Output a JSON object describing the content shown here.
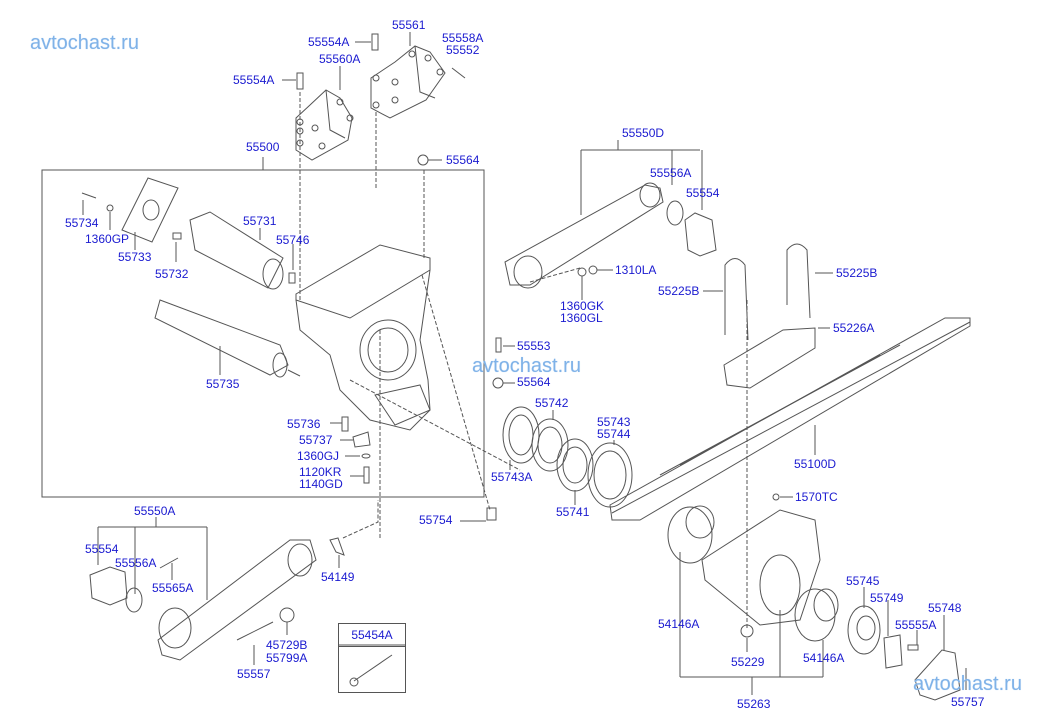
{
  "watermarks": [
    "avtochast.ru",
    "avtochast.ru",
    "avtochast.ru"
  ],
  "labels": {
    "top_55554A_1": "55554A",
    "top_55561": "55561",
    "top_55558A": "55558A",
    "top_55552": "55552",
    "top_55560A": "55560A",
    "top_55554A_2": "55554A",
    "asm_55500": "55500",
    "p_55564_top": "55564",
    "p_55734": "55734",
    "p_1360GP": "1360GP",
    "p_55733": "55733",
    "p_55731": "55731",
    "p_55746": "55746",
    "p_55732": "55732",
    "p_55735": "55735",
    "p_55553": "55553",
    "p_55564_mid": "55564",
    "p_55736": "55736",
    "p_55737": "55737",
    "p_1360GJ": "1360GJ",
    "p_1120KR": "1120KR",
    "p_1140GD": "1140GD",
    "p_55754": "55754",
    "p_55742": "55742",
    "p_55743A": "55743A",
    "p_55743": "55743",
    "p_55744": "55744",
    "p_55741": "55741",
    "asm_55550D": "55550D",
    "p_55556A_r": "55556A",
    "p_55554_r": "55554",
    "p_1310LA": "1310LA",
    "p_1360GK": "1360GK",
    "p_1360GL": "1360GL",
    "p_55225B_l": "55225B",
    "p_55225B_r": "55225B",
    "p_55226A": "55226A",
    "p_55100D": "55100D",
    "p_1570TC": "1570TC",
    "asm_55550A": "55550A",
    "p_55554_l": "55554",
    "p_55556A_l": "55556A",
    "p_55565A": "55565A",
    "p_54149": "54149",
    "p_45729B": "45729B",
    "p_55799A": "55799A",
    "p_55557": "55557",
    "box_55454A": "55454A",
    "p_54146A_l": "54146A",
    "p_54146A_r": "54146A",
    "p_55229": "55229",
    "asm_55263": "55263",
    "p_55745": "55745",
    "p_55749": "55749",
    "p_55555A": "55555A",
    "p_55748": "55748",
    "p_55757": "55757"
  },
  "colors": {
    "label": "#1a1ad0",
    "line": "#555555",
    "watermark": "#7fb2e8"
  }
}
